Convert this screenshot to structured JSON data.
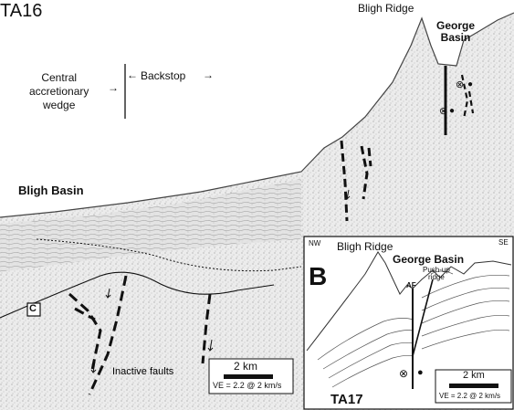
{
  "main_profile": {
    "line_id": "TA16",
    "ridge_label": "Bligh Ridge",
    "basin_label": [
      "George",
      "Basin"
    ],
    "west_basin_label": "Bligh Basin",
    "wedge_label": [
      "Central",
      "accretionary",
      "wedge"
    ],
    "backstop_label": "Backstop",
    "backstop_arrow_left": "←",
    "backstop_arrow_right": "→",
    "reflector_label": "C",
    "faults_label": "Inactive faults",
    "scale_bar": {
      "length_label": "2 km",
      "ve_label": "VE = 2.2 @ 2 km/s"
    }
  },
  "inset": {
    "panel_letter": "B",
    "line_id": "TA17",
    "nw_label": "NW",
    "se_label": "SE",
    "ridge_label": "Bligh Ridge",
    "basin_label": "George Basin",
    "pushup_label": [
      "Push-up",
      "ridge"
    ],
    "af_label": "AF",
    "scale_bar": {
      "length_label": "2 km",
      "ve_label": "VE = 2.2 @ 2 km/s"
    }
  },
  "symbols": {
    "into_page": "⊗",
    "out_of_page": "●"
  },
  "colors": {
    "ink": "#111111",
    "seismic_light": "#e6e6e6",
    "seismic_mid": "#cfcfcf",
    "paper": "#ffffff"
  }
}
